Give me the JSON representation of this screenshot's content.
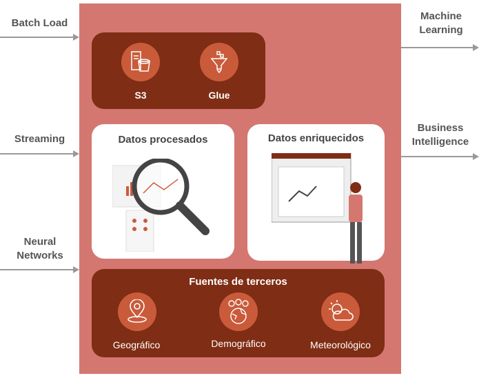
{
  "inputs": [
    {
      "label": "Batch Load"
    },
    {
      "label": "Streaming"
    },
    {
      "label": "Neural Networks"
    }
  ],
  "outputs": [
    {
      "label": "Machine Learning"
    },
    {
      "label": "Business Intelligence"
    }
  ],
  "services": [
    {
      "label": "S3",
      "icon": "storage-bucket-icon"
    },
    {
      "label": "Glue",
      "icon": "funnel-icon"
    }
  ],
  "cards": {
    "processed": "Datos procesados",
    "enriched": "Datos enriquecidos"
  },
  "third_party": {
    "title": "Fuentes de terceros",
    "items": [
      {
        "label": "Geográfico",
        "icon": "location-pin-icon"
      },
      {
        "label": "Demográfico",
        "icon": "globe-people-icon"
      },
      {
        "label": "Meteorológico",
        "icon": "sun-cloud-icon"
      }
    ]
  },
  "colors": {
    "panel": "#d47771",
    "dark": "#7f2d14",
    "accent": "#c95b3b"
  }
}
